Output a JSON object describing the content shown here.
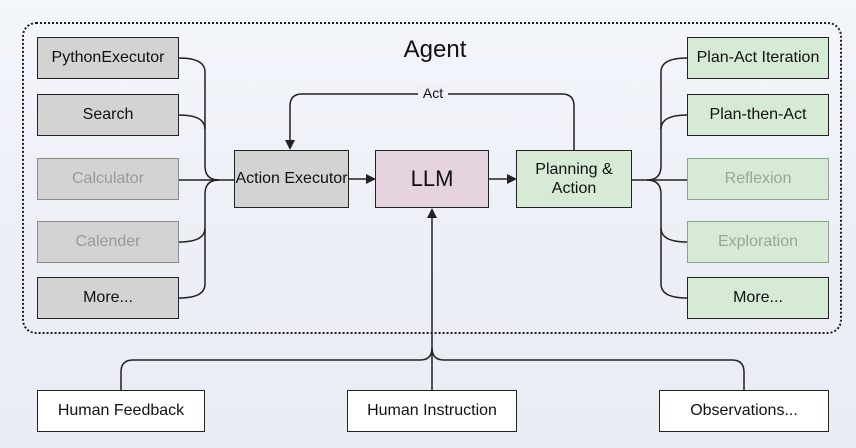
{
  "agent": {
    "title": "Agent"
  },
  "tools": [
    {
      "label": "PythonExecutor",
      "dim": false
    },
    {
      "label": "Search",
      "dim": false
    },
    {
      "label": "Calculator",
      "dim": true
    },
    {
      "label": "Calender",
      "dim": true
    },
    {
      "label": "More...",
      "dim": false
    }
  ],
  "core": {
    "action_executor": "Action Executor",
    "llm": "LLM",
    "planning_action": "Planning & Action",
    "act_label": "Act"
  },
  "planning": [
    {
      "label": "Plan-Act Iteration",
      "dim": false
    },
    {
      "label": "Plan-then-Act",
      "dim": false
    },
    {
      "label": "Reflexion",
      "dim": true
    },
    {
      "label": "Exploration",
      "dim": true
    },
    {
      "label": "More...",
      "dim": false
    }
  ],
  "inputs": [
    {
      "label": "Human Feedback"
    },
    {
      "label": "Human Instruction"
    },
    {
      "label": "Observations..."
    }
  ],
  "colors": {
    "tool_fill": "#d3d3d3",
    "plan_fill": "#d6ead5",
    "llm_fill": "#e5d3e0",
    "input_fill": "#ffffff",
    "stroke": "#222222"
  }
}
